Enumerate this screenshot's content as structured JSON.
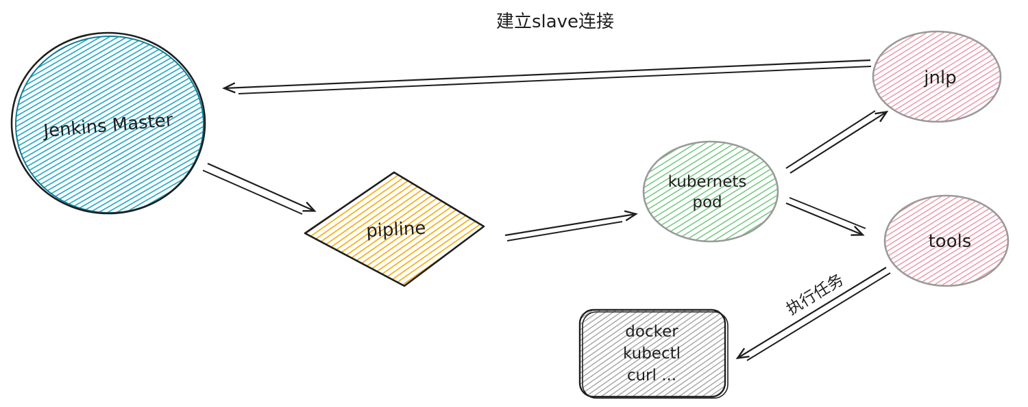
{
  "diagram": {
    "nodes": {
      "jenkins_master": {
        "label": "Jenkins Master",
        "hatch_color": "#17a3c0",
        "outline_color": "#1e1e1e",
        "shape": "circle"
      },
      "pipeline": {
        "label": "pipline",
        "hatch_color": "#f5a800",
        "outline_color": "#1e1e1e",
        "shape": "diamond"
      },
      "kubernetes_pod": {
        "label_line1": "kubernets",
        "label_line2": "pod",
        "hatch_color": "#63c273",
        "outline_color": "#9a9a9a",
        "shape": "ellipse"
      },
      "jnlp": {
        "label": "jnlp",
        "hatch_color": "#e8879e",
        "outline_color": "#9a9a9a",
        "shape": "ellipse"
      },
      "tools": {
        "label": "tools",
        "hatch_color": "#e8879e",
        "outline_color": "#9a9a9a",
        "shape": "ellipse"
      },
      "tools_box": {
        "label_line1": "docker",
        "label_line2": "kubectl",
        "label_line3": "curl ...",
        "hatch_color": "#9a9a9a",
        "outline_color": "#1e1e1e",
        "shape": "rounded-rectangle"
      }
    },
    "edges": {
      "slave_connection": {
        "label": "建立slave连接",
        "from": "jnlp",
        "to": "jenkins_master"
      },
      "master_to_pipeline": {
        "label": "",
        "from": "jenkins_master",
        "to": "pipeline"
      },
      "pipeline_to_pod": {
        "label": "",
        "from": "pipeline",
        "to": "kubernetes_pod"
      },
      "pod_to_jnlp": {
        "label": "",
        "from": "kubernetes_pod",
        "to": "jnlp"
      },
      "pod_to_tools": {
        "label": "",
        "from": "kubernetes_pod",
        "to": "tools"
      },
      "execute_task": {
        "label": "执行任务",
        "from": "tools",
        "to": "tools_box"
      }
    },
    "stroke_color": "#1e1e1e"
  }
}
